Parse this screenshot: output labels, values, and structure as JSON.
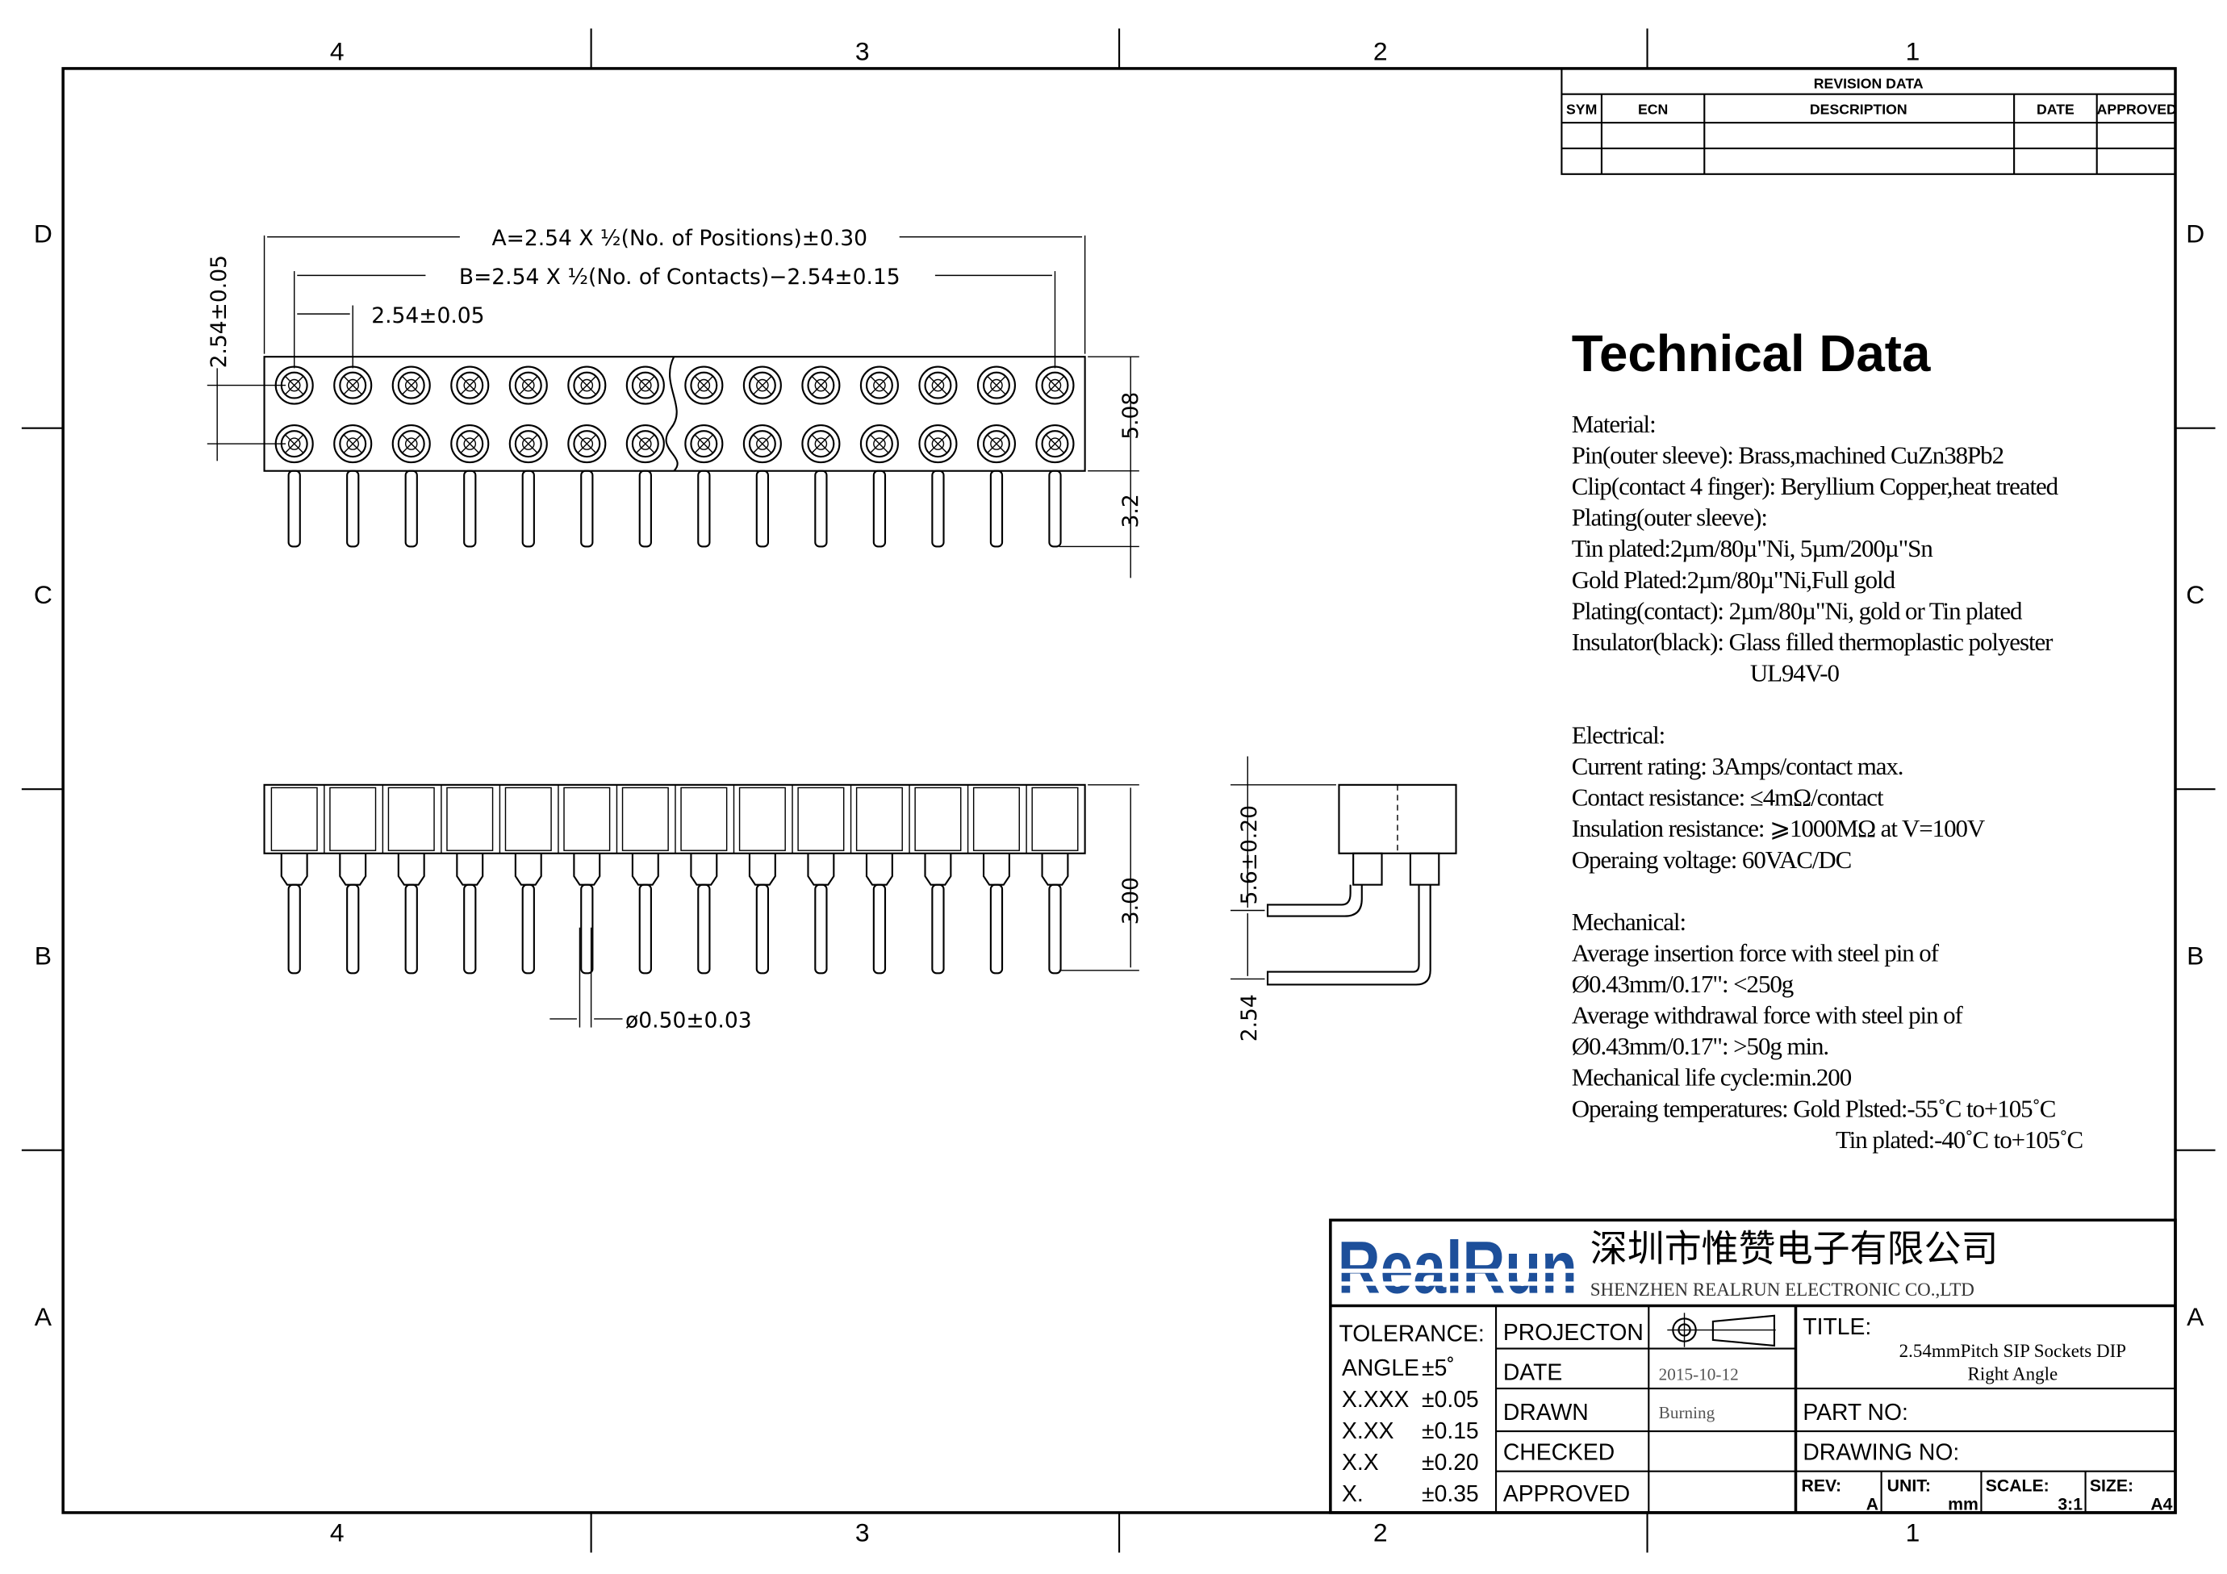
{
  "zones": {
    "columns": [
      "4",
      "3",
      "2",
      "1"
    ],
    "rows": [
      "D",
      "C",
      "B",
      "A"
    ]
  },
  "revision_table": {
    "title": "REVISION  DATA",
    "headers": [
      "SYM",
      "ECN",
      "DESCRIPTION",
      "DATE",
      "APPROVED"
    ]
  },
  "dimensions": {
    "a": "A=2.54 X ½(No. of Positions)±0.30",
    "b": "B=2.54 X ½(No. of Contacts)−2.54±0.15",
    "pitch": "2.54±0.05",
    "row_pitch": "2.54±0.05",
    "body_height": "5.08",
    "pin_len": "3.2",
    "side_height": "3.00",
    "pin_dia": "ø0.50±0.03",
    "ra_height": "5.6±0.20",
    "ra_pitch": "2.54"
  },
  "technical": {
    "heading": "Technical Data",
    "lines": [
      "Material:",
      "Pin(outer sleeve): Brass,machined CuZn38Pb2",
      "Clip(contact 4 finger): Beryllium Copper,heat treated",
      "Plating(outer sleeve):",
      "Tin plated:2µm/80µ\"Ni, 5µm/200µ\"Sn",
      "Gold Plated:2µm/80µ\"Ni,Full gold",
      "Plating(contact): 2µm/80µ\"Ni, gold or Tin plated",
      "Insulator(black): Glass filled thermoplastic polyester",
      "UL94V-0",
      "",
      "Electrical:",
      "Current rating: 3Amps/contact max.",
      "Contact resistance: ≤4mΩ/contact",
      "Insulation resistance: ⩾1000MΩ at V=100V",
      "Operaing voltage: 60VAC/DC",
      "",
      "Mechanical:",
      "Average insertion force with steel pin of",
      "Ø0.43mm/0.17\": <250g",
      "Average withdrawal force with steel pin of",
      "Ø0.43mm/0.17\": >50g min.",
      "Mechanical life cycle:min.200",
      "Operaing temperatures: Gold Plsted:-55˚C to+105˚C",
      "Tin plated:-40˚C to+105˚C"
    ]
  },
  "title_block": {
    "logo": "RealRun",
    "company_cn": "深圳市惟赞电子有限公司",
    "company_en": "SHENZHEN REALRUN ELECTRONIC CO.,LTD",
    "tolerance_label": "TOLERANCE:",
    "tolerances": [
      {
        "k": "ANGLE",
        "v": "±5˚"
      },
      {
        "k": "X.XXX",
        "v": "±0.05"
      },
      {
        "k": "X.XX",
        "v": "±0.15"
      },
      {
        "k": "X.X",
        "v": "±0.20"
      },
      {
        "k": "X.",
        "v": "±0.35"
      }
    ],
    "projection_label": "PROJECTON",
    "date_label": "DATE",
    "date_value": "2015-10-12",
    "drawn_label": "DRAWN",
    "drawn_value": "Burning",
    "checked_label": "CHECKED",
    "approved_label": "APPROVED",
    "title_label": "TITLE:",
    "title_line1": "2.54mmPitch SIP Sockets DIP",
    "title_line2": "Right Angle",
    "part_no_label": "PART  NO:",
    "drawing_no_label": "DRAWING  NO:",
    "rev_label": "REV:",
    "rev_value": "A",
    "unit_label": "UNIT:",
    "unit_value": "mm",
    "scale_label": "SCALE:",
    "scale_value": "3:1",
    "size_label": "SIZE:",
    "size_value": "A4"
  },
  "colors": {
    "logo": "#1d4f9a"
  },
  "pin_count_per_row": 14
}
